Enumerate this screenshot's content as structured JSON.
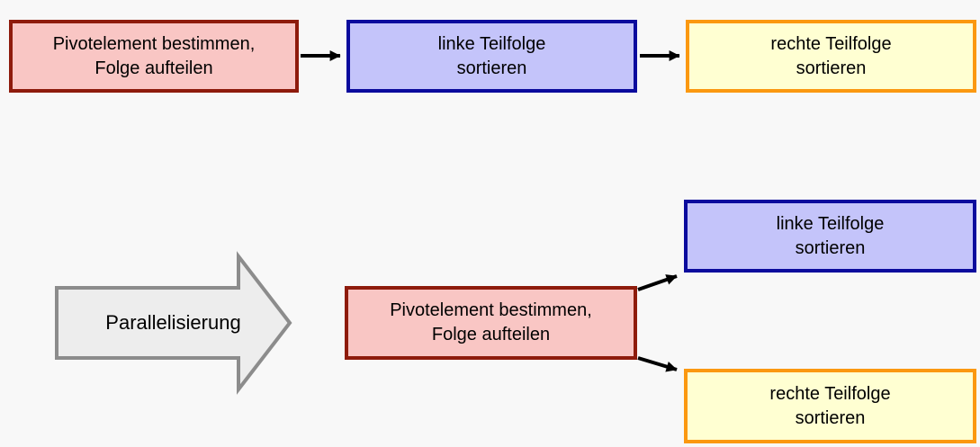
{
  "diagram": {
    "background_color": "#f8f8f8",
    "colors": {
      "pivot_fill": "#f9c6c4",
      "pivot_border": "#8e1b0c",
      "left_fill": "#c4c4fa",
      "left_border": "#0b0b9d",
      "right_fill": "#ffffd2",
      "right_border": "#fb9810",
      "connector": "#000000",
      "parallel_arrow_fill": "#ededed",
      "parallel_arrow_border": "#8c8c8c",
      "text": "#000000"
    },
    "sequential_flow": {
      "pivot": {
        "line1": "Pivotelement bestimmen,",
        "line2": "Folge aufteilen"
      },
      "left": {
        "line1": "linke Teilfolge",
        "line2": "sortieren"
      },
      "right": {
        "line1": "rechte Teilfolge",
        "line2": "sortieren"
      }
    },
    "parallel_flow": {
      "pivot": {
        "line1": "Pivotelement bestimmen,",
        "line2": "Folge aufteilen"
      },
      "left": {
        "line1": "linke Teilfolge",
        "line2": "sortieren"
      },
      "right": {
        "line1": "rechte Teilfolge",
        "line2": "sortieren"
      }
    },
    "transform_arrow": {
      "label": "Parallelisierung"
    }
  }
}
